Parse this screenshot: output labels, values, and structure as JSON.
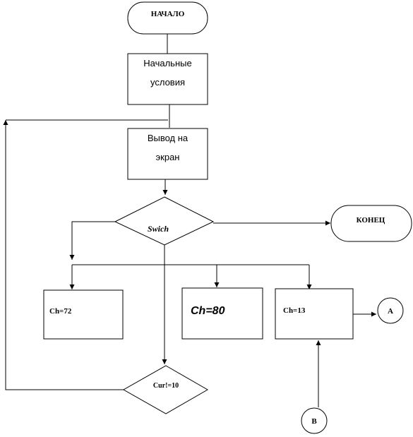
{
  "flowchart": {
    "start": "НАЧАЛО",
    "init": [
      "Начальные",
      "условия"
    ],
    "output": [
      "Вывод на",
      "экран"
    ],
    "switch": "Swich",
    "end": "КОНЕЦ",
    "case1": "Ch=72",
    "case2": "Ch=80",
    "case3": "Ch=13",
    "condition": "Cur!=10",
    "connector_a": "A",
    "connector_b": "B"
  },
  "colors": {
    "stroke": "#000000",
    "fill": "#ffffff"
  }
}
